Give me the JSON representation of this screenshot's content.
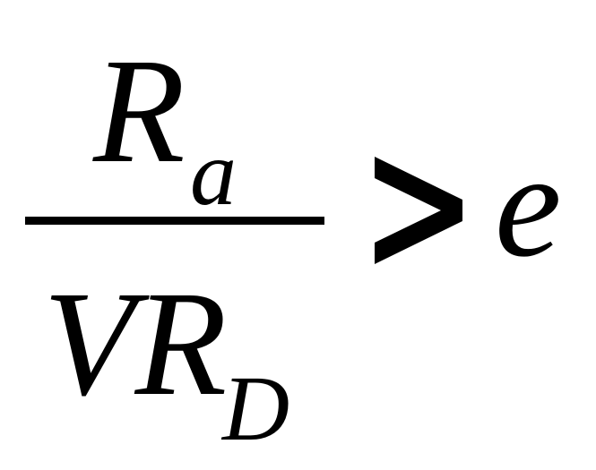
{
  "formula": {
    "numerator": {
      "main": "R",
      "subscript": "a"
    },
    "denominator": {
      "main": "VR",
      "subscript": "D"
    },
    "relation": ">",
    "rhs": "e"
  }
}
